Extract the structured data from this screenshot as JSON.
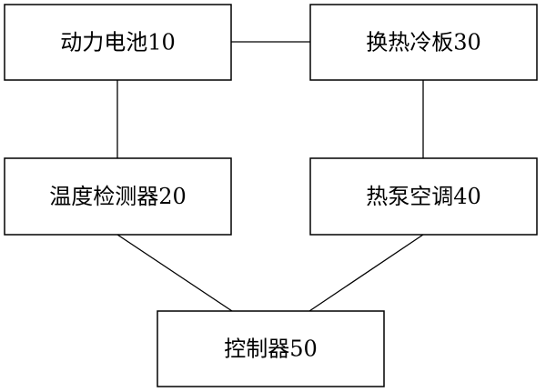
{
  "diagram": {
    "nodes": {
      "battery": "动力电池10",
      "cold_plate": "换热冷板30",
      "temp_sensor": "温度检测器20",
      "heat_pump": "热泵空调40",
      "controller": "控制器50"
    },
    "line_color": "#000000",
    "background": "#ffffff"
  }
}
